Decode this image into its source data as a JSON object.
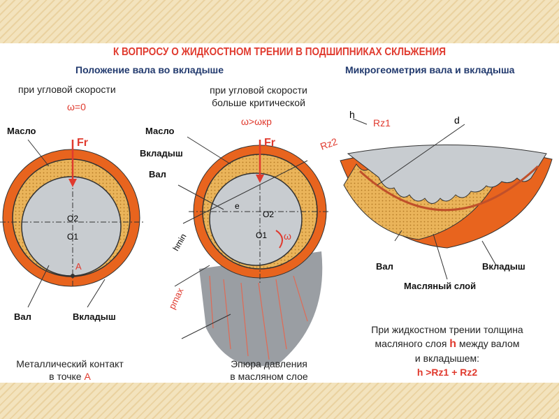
{
  "title": "К ВОПРОСУ О ЖИДКОСТНОМ ТРЕНИИ В ПОДШИПНИКАХ СКЛЬЖЕНИЯ",
  "left_section": {
    "heading": "Положение вала во вкладыше",
    "case1": {
      "caption": "при угловой скорости",
      "condition": "ω=0",
      "labels": {
        "oil": "Масло",
        "force": "Fr",
        "o2": "O2",
        "o1": "O1",
        "point": "A",
        "shaft": "Вал",
        "liner": "Вкладыш"
      },
      "note_text": "Металлический контакт",
      "note_text2": "в точке",
      "note_point": "A"
    },
    "case2": {
      "caption_line1": "при угловой скорости",
      "caption_line2": "больше критической",
      "condition": "ω>ωкр",
      "labels": {
        "oil": "Масло",
        "liner": "Вкладыш",
        "shaft": "Вал",
        "force": "Fr",
        "e": "e",
        "o2": "O2",
        "o1": "O1",
        "omega": "ω",
        "hmin": "hmin",
        "pmax": "pmax"
      },
      "note_line1": "Эпюра давления",
      "note_line2": "в масляном слое"
    }
  },
  "right_section": {
    "heading": "Микрогеометрия вала  и вкладыша",
    "labels": {
      "h": "h",
      "rz1": "Rz1",
      "rz2": "Rz2",
      "d": "d",
      "shaft": "Вал",
      "liner": "Вкладыш",
      "oil_layer": "Масляный слой"
    },
    "note_line1": "При жидкостном трении толщина",
    "note_line2a": "масляного слоя",
    "note_h": "h",
    "note_line2b": "между валом",
    "note_line3": "и вкладышем:",
    "formula": "h >Rz1 + Rz2"
  },
  "colors": {
    "orange": "#e8641e",
    "oil": "#e9b45c",
    "shaft": "#c8ccd0",
    "red": "#e03a2e",
    "heading": "#223a6e"
  }
}
